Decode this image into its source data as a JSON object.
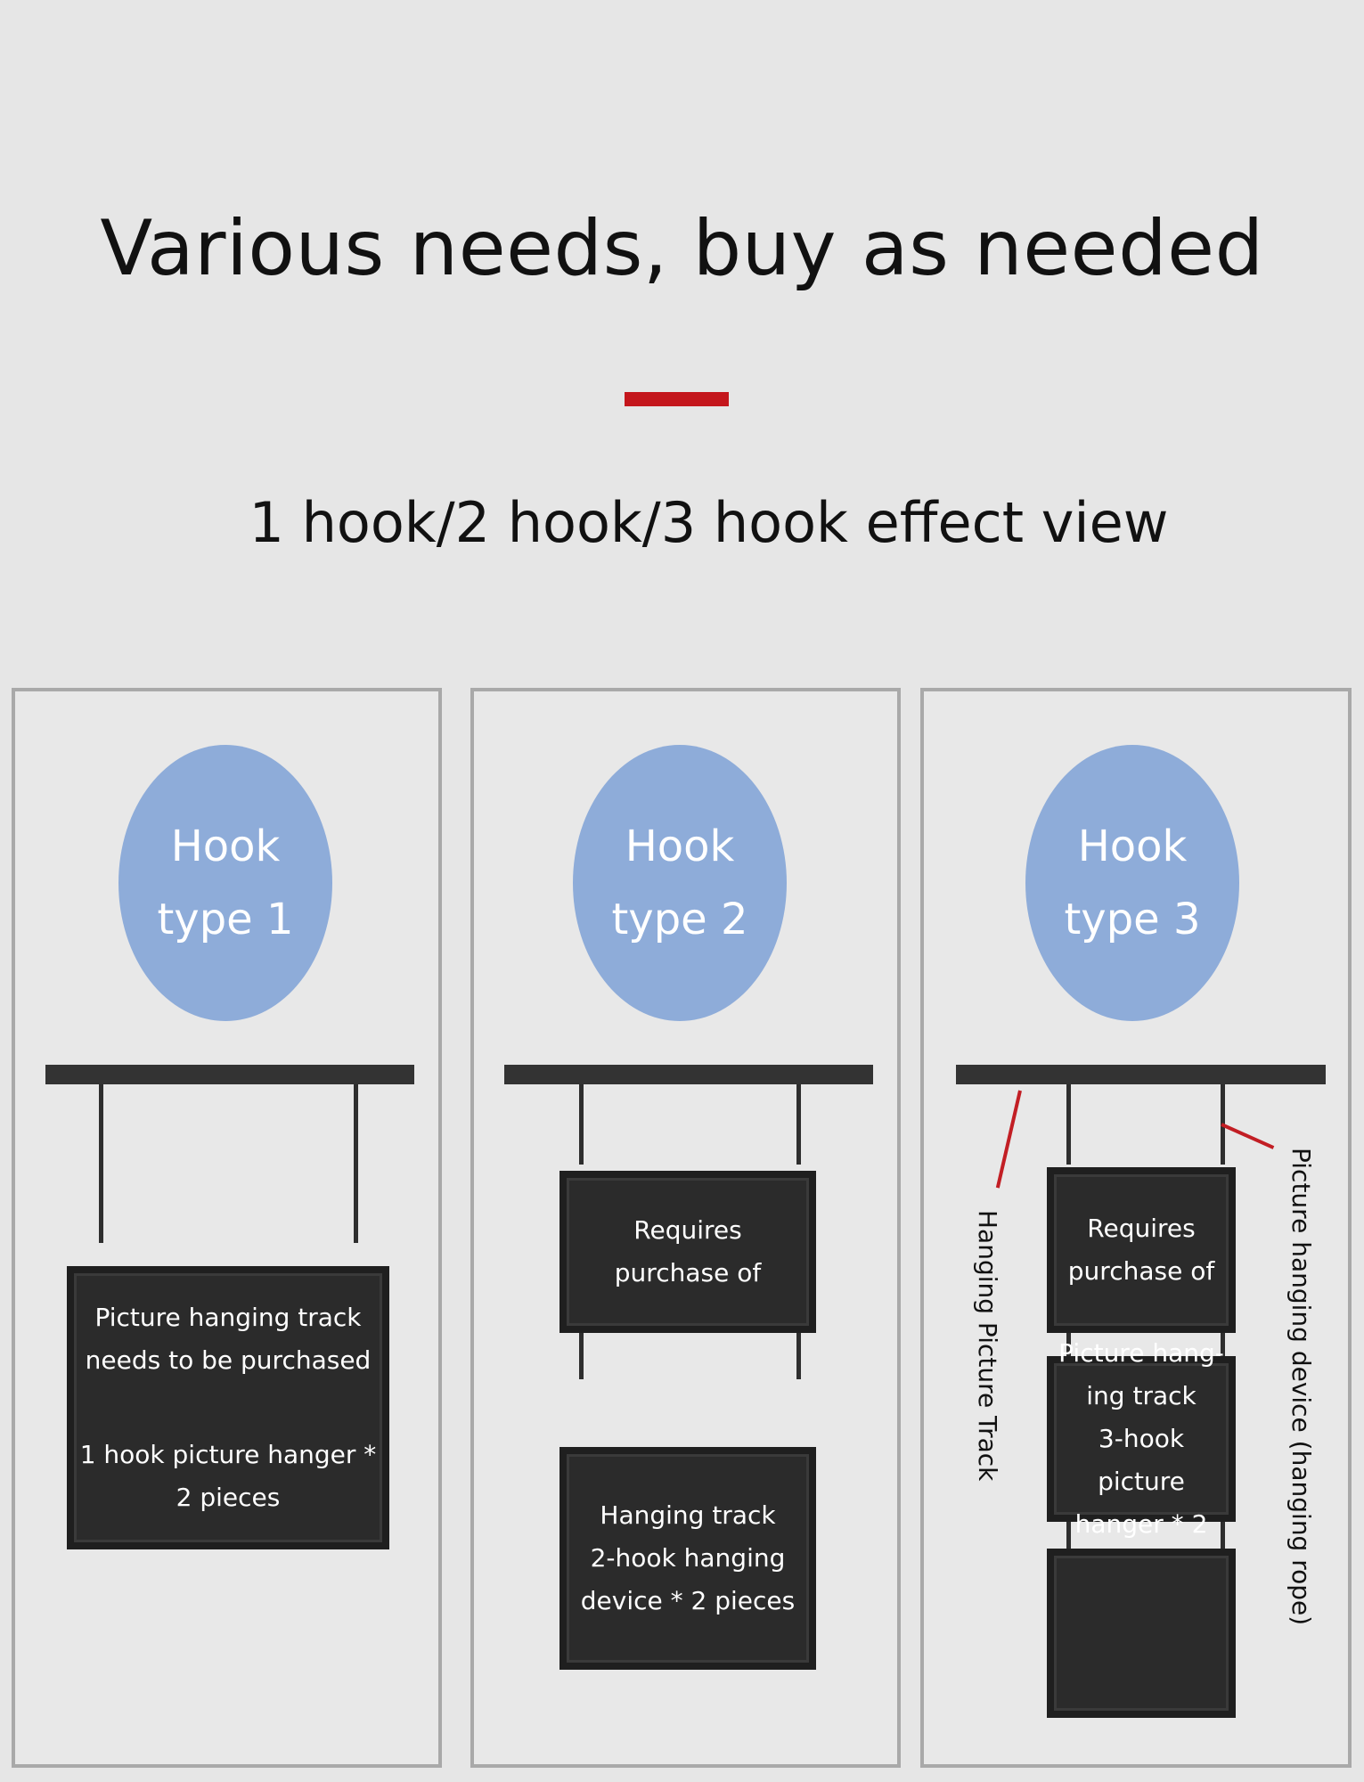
{
  "header": {
    "title": "Various needs, buy as needed",
    "subtitle": "1 hook/2 hook/3 hook effect view",
    "accent_color": "#c4161c"
  },
  "panels": [
    {
      "circle_line1": "Hook",
      "circle_line2": "type 1",
      "frame": {
        "line1": "Picture hanging track",
        "line2": "needs to be purchased",
        "line3": "1 hook picture hanger *",
        "line4": "2 pieces"
      }
    },
    {
      "circle_line1": "Hook",
      "circle_line2": "type 2",
      "frame_top": {
        "line1": "Requires",
        "line2": "purchase of"
      },
      "frame_bottom": {
        "line1": "Hanging track",
        "line2": "2-hook hanging",
        "line3": "device * 2 pieces"
      }
    },
    {
      "circle_line1": "Hook",
      "circle_line2": "type 3",
      "frame_top": {
        "line1": "Requires",
        "line2": "purchase of"
      },
      "frame_middle": {
        "line1": "Picture hang-",
        "line2": "ing track",
        "line3": "3-hook picture",
        "line4": "hanger * 2"
      },
      "label_left": "Hanging Picture Track",
      "label_right": "Picture hanging device (hanging rope)"
    }
  ],
  "colors": {
    "circle": "#8eacd9",
    "frame": "#2b2b2b",
    "pointer": "#c21e24"
  }
}
